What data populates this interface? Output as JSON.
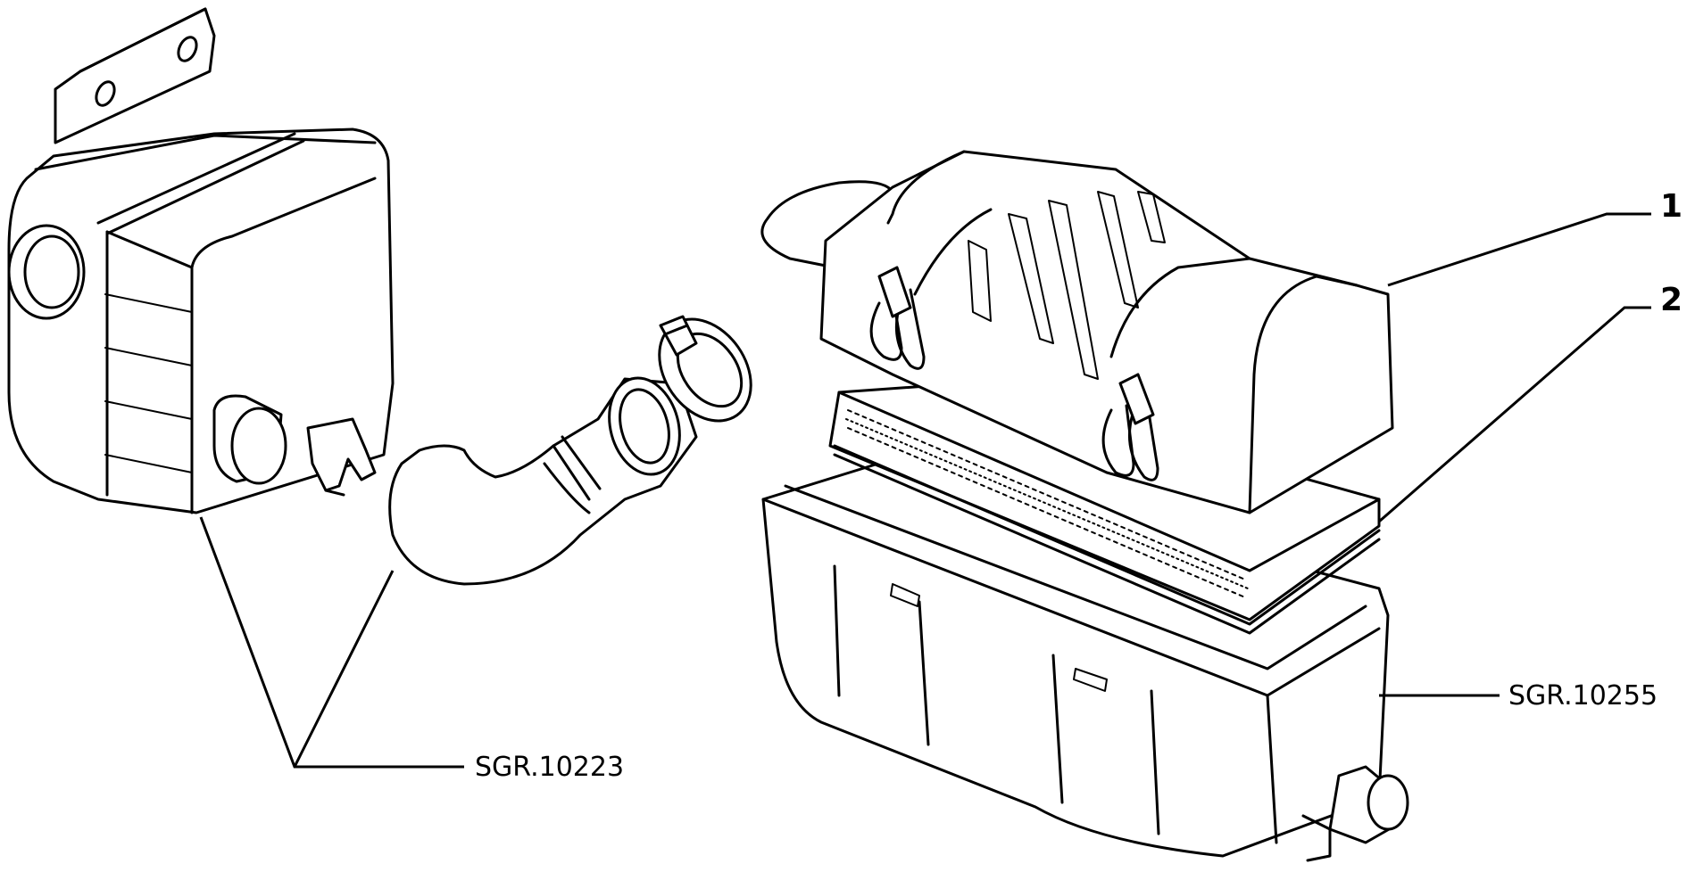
{
  "callouts": {
    "item_1": "1",
    "item_2": "2"
  },
  "references": {
    "left_group": "SGR.10223",
    "right_group": "SGR.10255"
  },
  "ink_color": "#000000",
  "paper_color": "#ffffff"
}
